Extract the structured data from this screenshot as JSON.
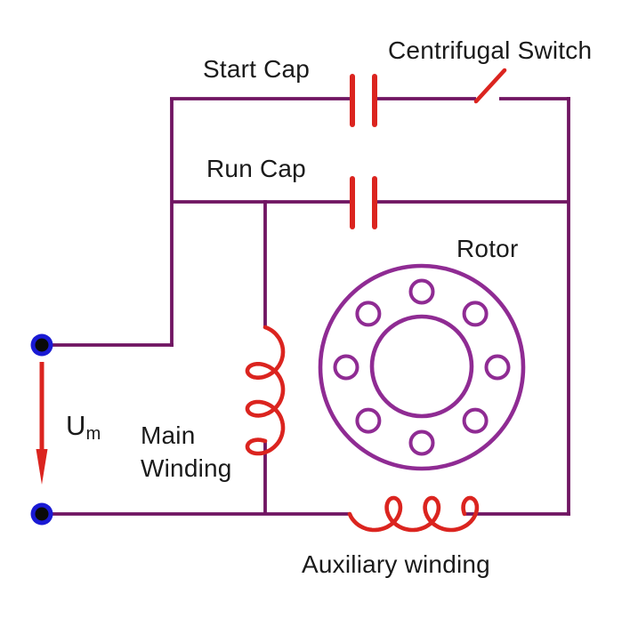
{
  "labels": {
    "start_cap": "Start Cap",
    "centrifugal_switch": "Centrifugal Switch",
    "run_cap": "Run Cap",
    "rotor": "Rotor",
    "voltage_base": "U",
    "voltage_sub": "m",
    "main_winding_line1": "Main",
    "main_winding_line2": "Winding",
    "auxiliary_winding": "Auxiliary winding"
  },
  "colors": {
    "background": "#FFFFFF",
    "wire": "#701562",
    "rotor": "#8F2B93",
    "component_red": "#DB241F",
    "terminal_blue": "#1A1AD4",
    "terminal_core": "#0A0A0A",
    "text": "#1A1A1A"
  },
  "symbols": {
    "start_capacitor": "capacitor-icon",
    "run_capacitor": "capacitor-icon",
    "centrifugal_switch": "switch-blade-icon",
    "main_winding": "inductor-coil-icon",
    "auxiliary_winding": "inductor-coil-icon",
    "rotor": "rotor-cage-icon",
    "supply_terminals": "terminal-dot-icon",
    "voltage_reference": "down-arrow-icon"
  }
}
